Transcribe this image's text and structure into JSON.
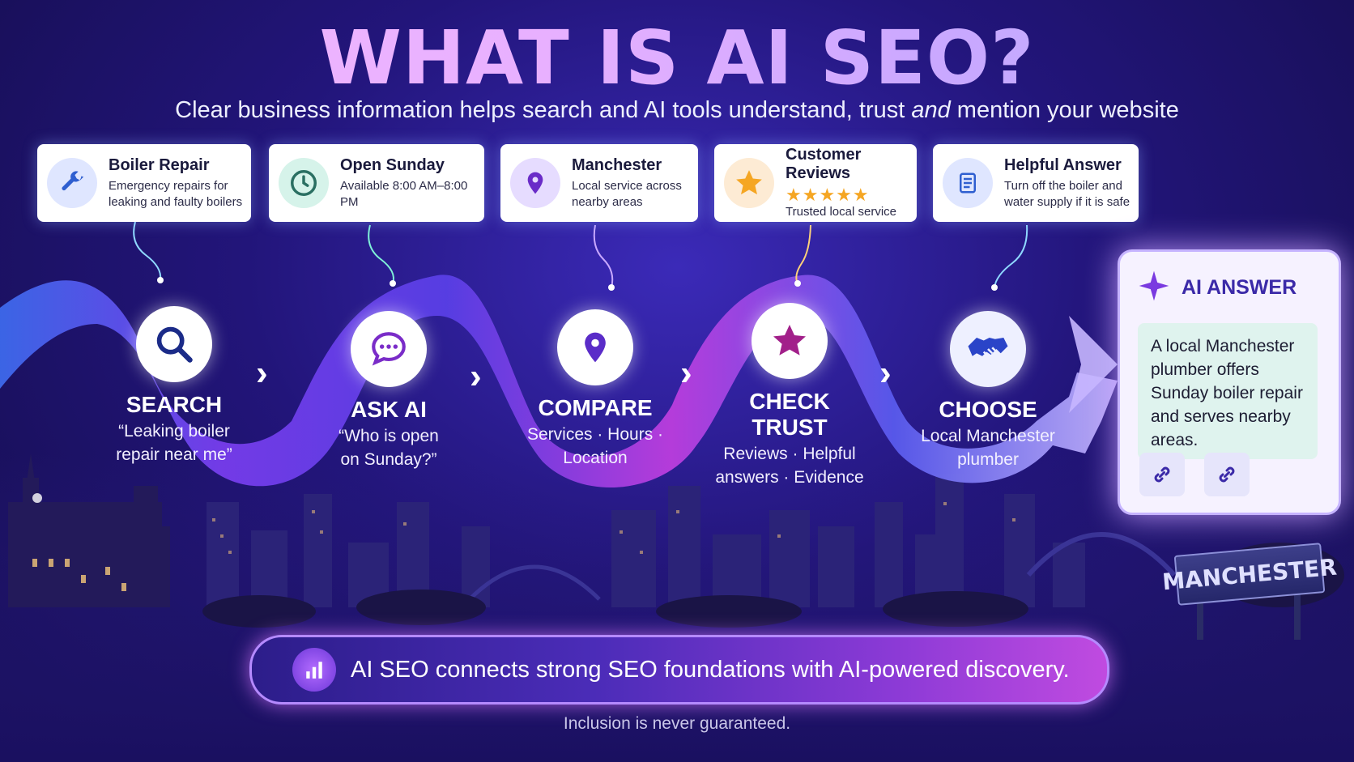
{
  "title": "WHAT IS AI SEO?",
  "subtitle": {
    "before": "Clear business information helps search and AI tools understand, trust ",
    "emphasis": "and",
    "after": " mention your website"
  },
  "cards": [
    {
      "title": "Boiler Repair",
      "line1": "Emergency repairs for",
      "line2": "leaking and faulty boilers",
      "icon": "wrench-icon",
      "color": "#2f5fd0"
    },
    {
      "title": "Open Sunday",
      "line1": "Available 8:00 AM–8:00 PM",
      "line2": "",
      "icon": "clock-icon",
      "color": "#2a8a7a"
    },
    {
      "title": "Manchester",
      "line1": "Local service across",
      "line2": "nearby areas",
      "icon": "map-pin-icon",
      "color": "#6a2cc8"
    },
    {
      "title": "Customer Reviews",
      "stars": "★★★★★",
      "line1": "Trusted local service",
      "line2": "",
      "icon": "star-icon",
      "color": "#f5a623"
    },
    {
      "title": "Helpful Answer",
      "line1": "Turn off the boiler and",
      "line2": "water supply if it is safe",
      "icon": "document-icon",
      "color": "#2f5fd0"
    }
  ],
  "steps": [
    {
      "title": "SEARCH",
      "line1": "“Leaking boiler",
      "line2": "repair near me”",
      "icon": "magnifier-icon"
    },
    {
      "title": "ASK AI",
      "line1": "“Who is open",
      "line2": "on Sunday?”",
      "icon": "chat-icon"
    },
    {
      "title": "COMPARE",
      "line1": "Services · Hours ·",
      "line2": "Location",
      "icon": "map-pin-icon"
    },
    {
      "title": "CHECK TRUST",
      "line1": "Reviews · Helpful",
      "line2": "answers · Evidence",
      "icon": "star-icon"
    },
    {
      "title": "CHOOSE",
      "line1": "Local Manchester",
      "line2": "plumber",
      "icon": "handshake-icon"
    }
  ],
  "ai_answer": {
    "heading": "AI ANSWER",
    "body": "A local Manchester plumber offers Sunday boiler repair and serves nearby areas.",
    "links": [
      "link-icon",
      "link-icon"
    ]
  },
  "city_sign": "MANCHESTER",
  "banner": "AI SEO connects strong SEO foundations with AI-powered discovery.",
  "footer": "Inclusion is never guaranteed."
}
